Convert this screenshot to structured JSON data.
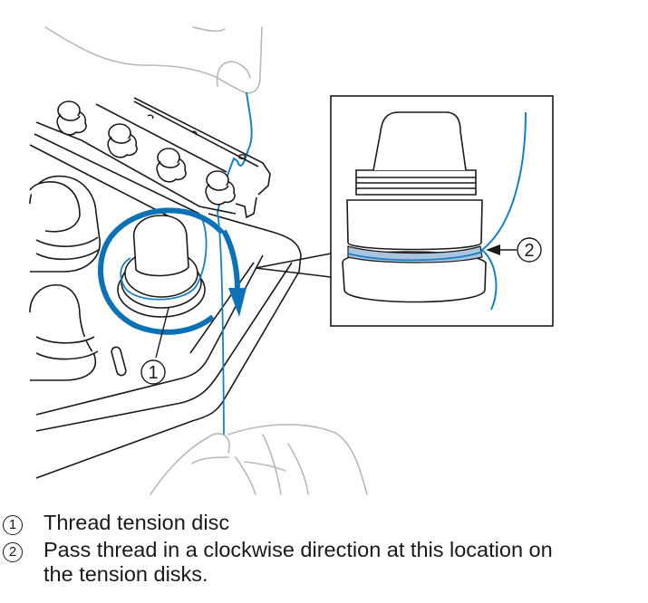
{
  "figure": {
    "title": "Threading the thread tension disc",
    "callouts": [
      {
        "number": "1",
        "target": "Thread tension disc"
      },
      {
        "number": "2",
        "target": "Clockwise pass location on tension disks"
      }
    ],
    "colors": {
      "thread": "#1a7fc1",
      "arrow": "#0d72b5",
      "line_art": "#1a1a1a",
      "hand": "#b8b8b8",
      "disk_highlight": "#a9c4de"
    }
  },
  "captions": [
    {
      "number": "1",
      "text": "Thread tension disc"
    },
    {
      "number": "2",
      "text_line1": "Pass thread in a clockwise direction at this location on",
      "text_line2": "the tension disks."
    }
  ]
}
